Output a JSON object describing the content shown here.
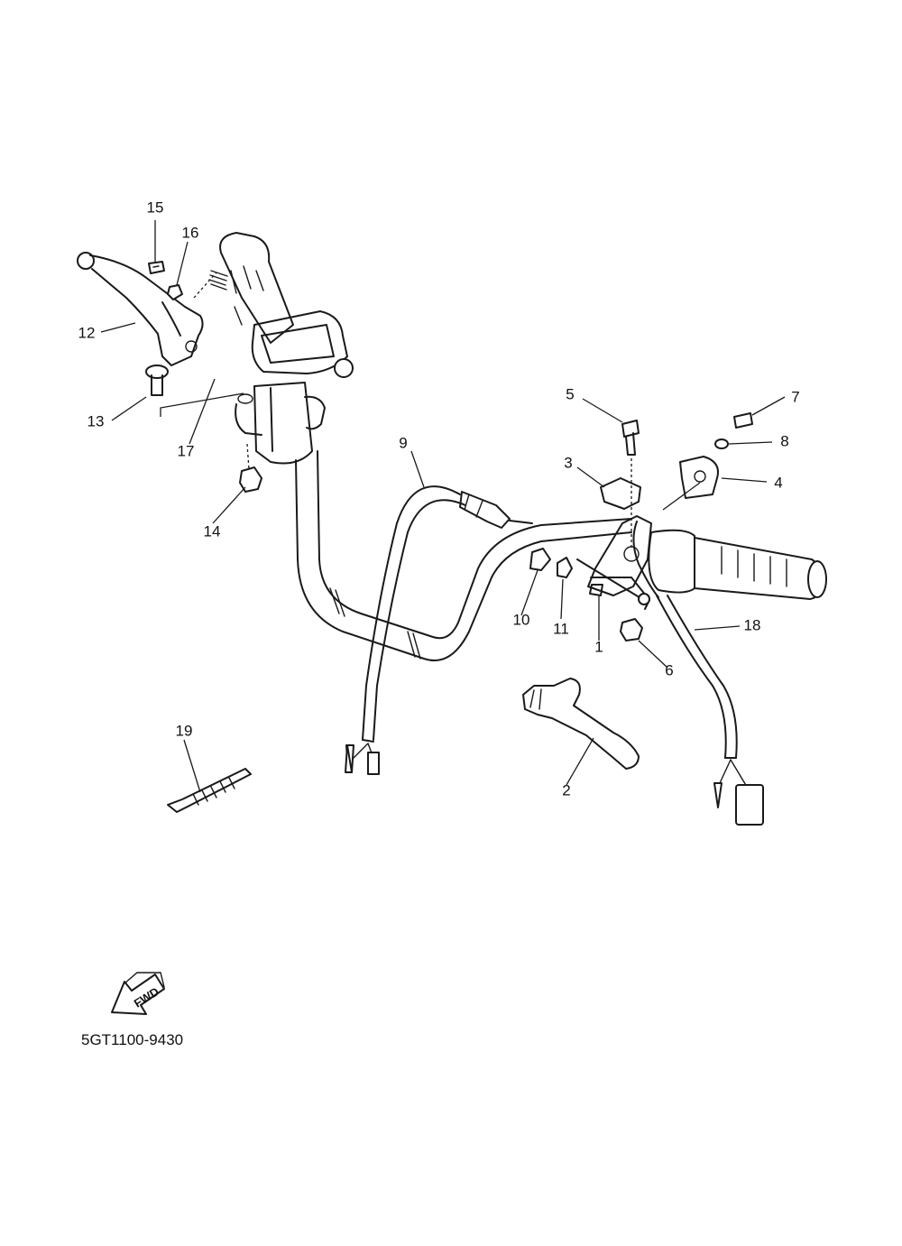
{
  "diagram": {
    "code": "5GT1100-9430",
    "fwd_label": "FWD",
    "callouts": {
      "c1": "1",
      "c2": "2",
      "c3": "3",
      "c4": "4",
      "c5": "5",
      "c6": "6",
      "c7": "7",
      "c8": "8",
      "c9": "9",
      "c10": "10",
      "c11": "11",
      "c12": "12",
      "c13": "13",
      "c14": "14",
      "c15": "15",
      "c16": "16",
      "c17": "17",
      "c18": "18",
      "c19": "19"
    }
  }
}
